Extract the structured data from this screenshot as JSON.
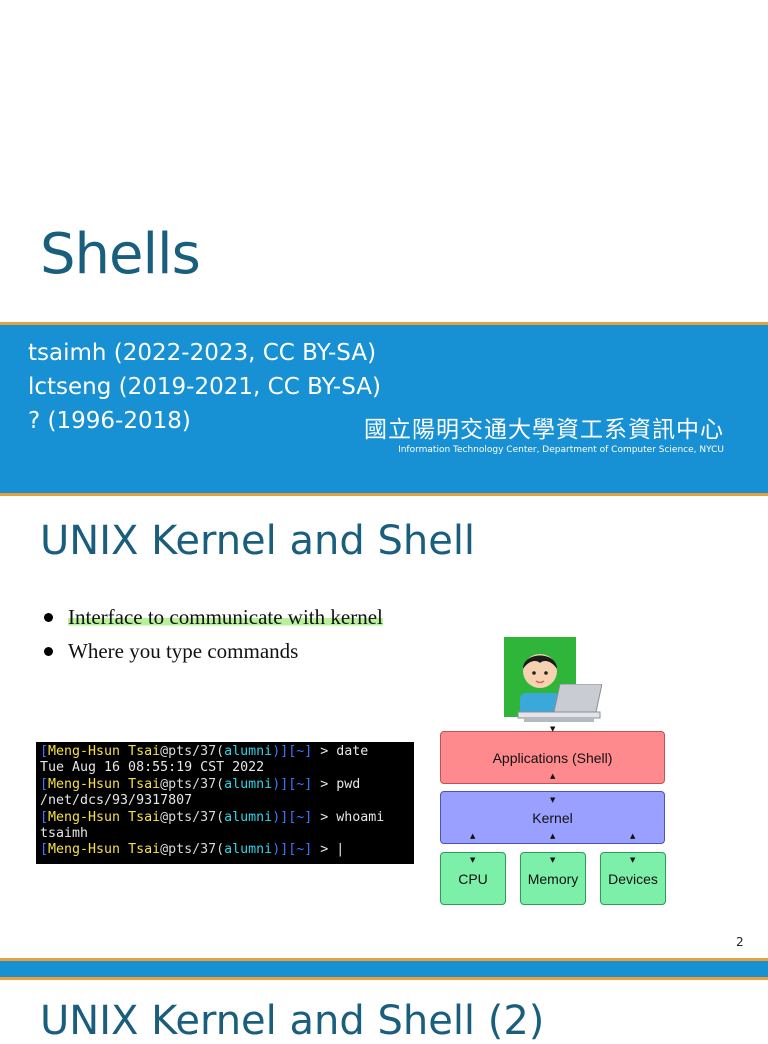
{
  "slide1": {
    "title": "Shells",
    "credits": [
      "tsaimh (2022-2023, CC BY-SA)",
      "lctseng (2019-2021, CC BY-SA)",
      "? (1996-2018)"
    ],
    "org_chinese": "國立陽明交通大學資工系資訊中心",
    "org_english": "Information Technology Center, Department of Computer Science, NYCU"
  },
  "slide2": {
    "title": "UNIX Kernel and Shell",
    "bullets": [
      "Interface to communicate with kernel",
      "Where you type commands"
    ],
    "terminal": {
      "prompt_open": "[",
      "user": "Meng-Hsun Tsai",
      "host": "@pts/37(",
      "group": "alumni",
      "prompt_close": ")][~]",
      "lines": [
        {
          "cmd": " > date",
          "output": "Tue Aug 16 08:55:19 CST 2022"
        },
        {
          "cmd": " > pwd",
          "output": "/net/dcs/93/9317807"
        },
        {
          "cmd": " > whoami",
          "output": "tsaimh"
        },
        {
          "cmd": " > |",
          "output": ""
        }
      ]
    },
    "diagram": {
      "applications": "Applications (Shell)",
      "kernel": "Kernel",
      "cpu": "CPU",
      "memory": "Memory",
      "devices": "Devices"
    },
    "page_number": "2"
  },
  "slide3": {
    "title": "UNIX Kernel and Shell (2)"
  },
  "colors": {
    "title": "#1a5e7e",
    "band": "#1890d4",
    "band_border": "#e8a03a",
    "applications_box": "#ff8a8e",
    "kernel_box": "#9aa0ff",
    "hardware_box": "#7cf0a8"
  }
}
